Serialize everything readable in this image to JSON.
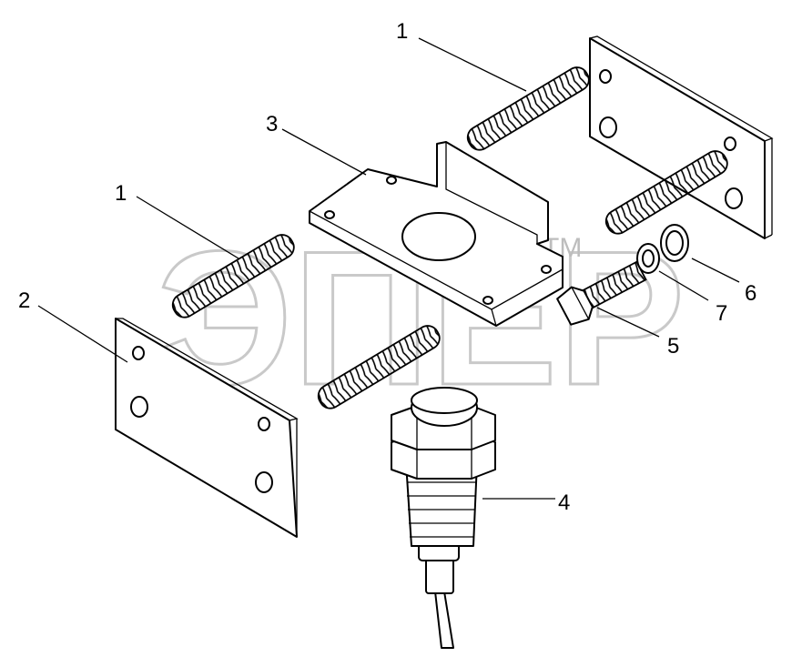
{
  "watermark": {
    "text": "ЭПЕР",
    "tm": "TM"
  },
  "callouts": [
    {
      "id": "c1a",
      "label": "1"
    },
    {
      "id": "c1b",
      "label": "1"
    },
    {
      "id": "c2",
      "label": "2"
    },
    {
      "id": "c3",
      "label": "3"
    },
    {
      "id": "c4",
      "label": "4"
    },
    {
      "id": "c5",
      "label": "5"
    },
    {
      "id": "c6",
      "label": "6"
    },
    {
      "id": "c7",
      "label": "7"
    }
  ]
}
